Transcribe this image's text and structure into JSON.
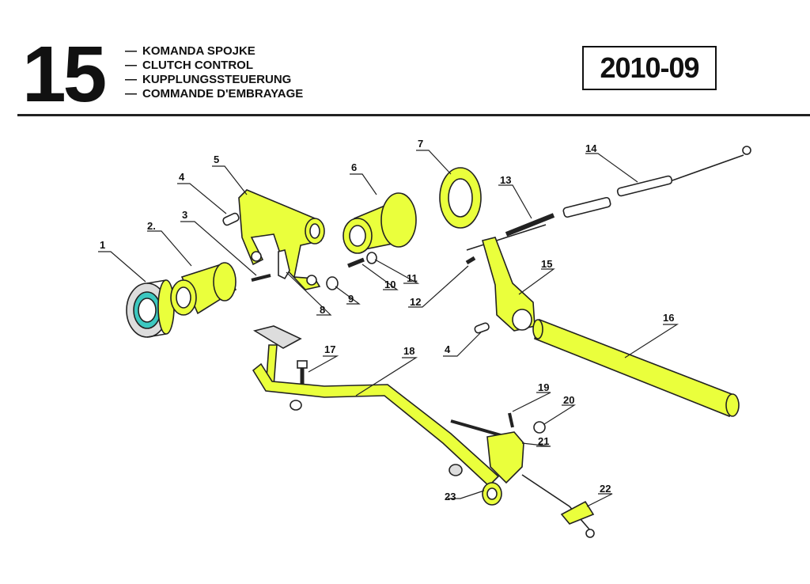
{
  "header": {
    "section_number": "15",
    "titles": [
      "KOMANDA SPOJKE",
      "CLUTCH CONTROL",
      "KUPPLUNGSSTEUERUNG",
      "COMMANDE D'EMBRAYAGE"
    ],
    "dash": "—",
    "code": "2010-09"
  },
  "colors": {
    "highlight": "#eaff3c",
    "teal": "#3cc8c0",
    "line": "#222222"
  },
  "callouts": [
    "1",
    "2.",
    "3",
    "4",
    "5",
    "6",
    "7",
    "8",
    "9",
    "10",
    "11",
    "12",
    "13",
    "14",
    "15",
    "16",
    "4",
    "17",
    "18",
    "19",
    "20",
    "21",
    "22",
    "23"
  ]
}
